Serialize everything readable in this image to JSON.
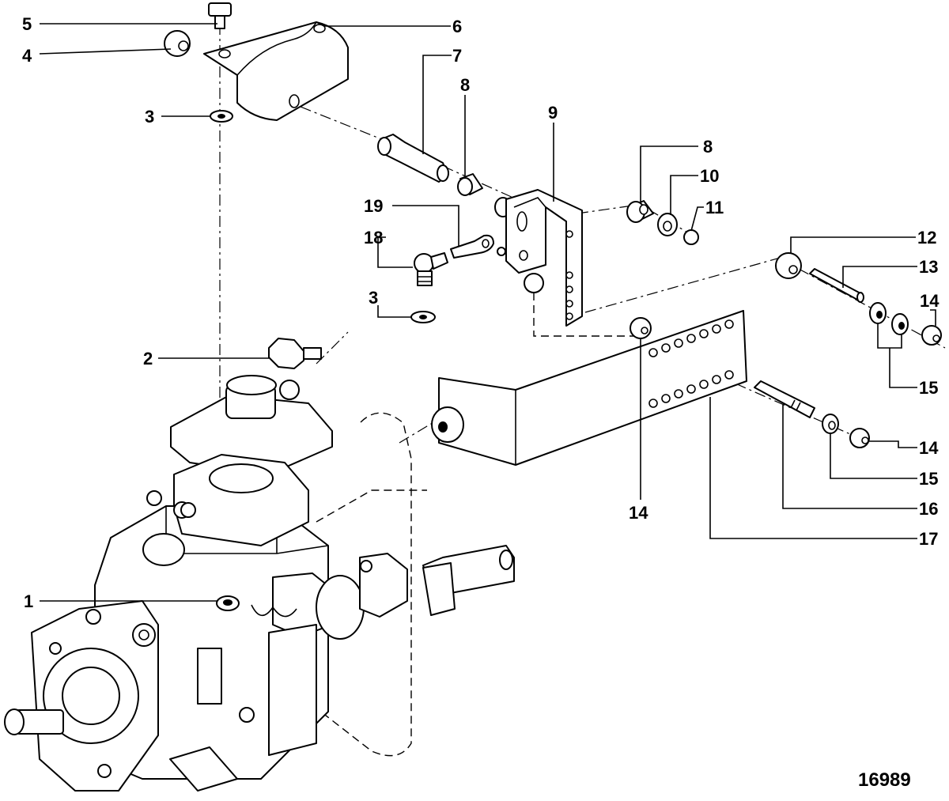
{
  "figure_number": "16989",
  "callouts": [
    {
      "id": "c5",
      "label": "5"
    },
    {
      "id": "c6",
      "label": "6"
    },
    {
      "id": "c4",
      "label": "4"
    },
    {
      "id": "c7",
      "label": "7"
    },
    {
      "id": "c8a",
      "label": "8"
    },
    {
      "id": "c9",
      "label": "9"
    },
    {
      "id": "c3a",
      "label": "3"
    },
    {
      "id": "c8b",
      "label": "8"
    },
    {
      "id": "c10",
      "label": "10"
    },
    {
      "id": "c19",
      "label": "19"
    },
    {
      "id": "c11",
      "label": "11"
    },
    {
      "id": "c18",
      "label": "18"
    },
    {
      "id": "c12",
      "label": "12"
    },
    {
      "id": "c13",
      "label": "13"
    },
    {
      "id": "c3b",
      "label": "3"
    },
    {
      "id": "c14a",
      "label": "14"
    },
    {
      "id": "c2",
      "label": "2"
    },
    {
      "id": "c15a",
      "label": "15"
    },
    {
      "id": "c14b",
      "label": "14"
    },
    {
      "id": "c14c",
      "label": "14"
    },
    {
      "id": "c15b",
      "label": "15"
    },
    {
      "id": "c16",
      "label": "16"
    },
    {
      "id": "c17",
      "label": "17"
    },
    {
      "id": "c1",
      "label": "1"
    }
  ]
}
